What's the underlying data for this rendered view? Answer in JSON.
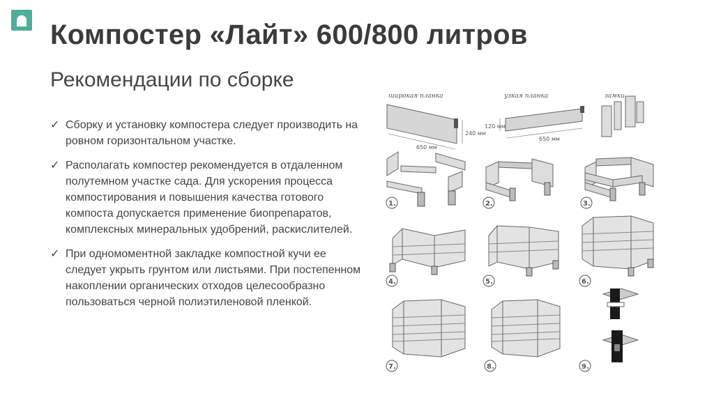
{
  "slide": {
    "title": "Компостер «Лайт» 600/800 литров",
    "subtitle": "Рекомендации по сборке",
    "bullets": [
      "Сборку и установку компостера следует производить на ровном горизонтальном участке.",
      "Располагать компостер рекомендуется в отдаленном полутемном участке сада. Для ускорения процесса компостирования и повышения качества готового компоста допускается применение биопрепаратов, комплексных минеральных удобрений, раскислителей.",
      "При одномоментной закладке компостной кучи ее следует укрыть грунтом или листьями. При постепенном накоплении органических отходов целесообразно пользоваться черной полиэтиленовой пленкой."
    ],
    "check_icon": "✓"
  },
  "diagram": {
    "labels": {
      "wide_plank": "широкая планка",
      "narrow_plank": "узкая планка",
      "locks": "замки"
    },
    "dimensions": {
      "wide_width": "650 мм",
      "wide_height": "240 мм",
      "narrow_width": "650 мм",
      "narrow_height": "120 мм"
    },
    "steps": [
      "1.",
      "2.",
      "3.",
      "4.",
      "5.",
      "6.",
      "7.",
      "8.",
      "9."
    ]
  },
  "colors": {
    "accent": "#4fae98",
    "text": "#444444",
    "plank": "#d6d6d6",
    "plank_dark": "#9a9a9a",
    "outline": "#666666",
    "lock": "#1a1a1a"
  }
}
